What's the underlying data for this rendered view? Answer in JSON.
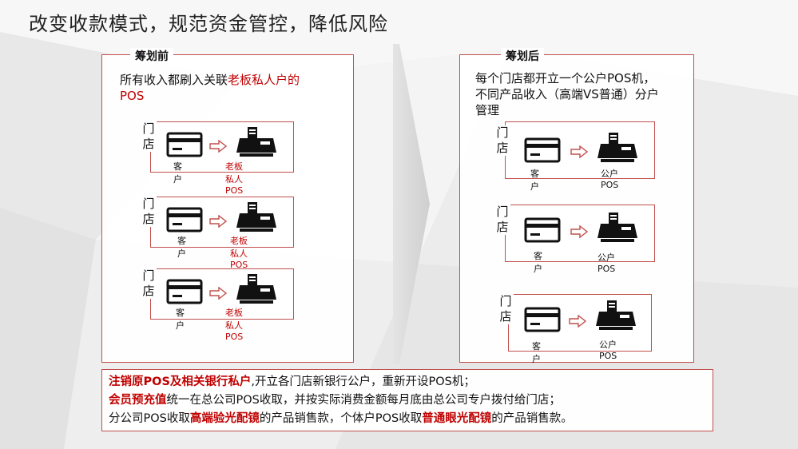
{
  "page": {
    "title": "改变收款模式，规范资金管控，降低风险"
  },
  "before": {
    "label": "筹划前",
    "desc_plain": "所有收入都刷入关联",
    "desc_highlight": "老板私人户的",
    "desc_highlight2": "POS",
    "rows": [
      {
        "store": "门店",
        "customer": "客户",
        "pos": "老板私人POS"
      },
      {
        "store": "门店",
        "customer": "客户",
        "pos": "老板私人POS"
      },
      {
        "store": "门店",
        "customer": "客户",
        "pos": "老板私人POS"
      }
    ]
  },
  "after": {
    "label": "筹划后",
    "desc_line1": "每个门店都开立一个公户POS机，",
    "desc_line2": "不同产品收入（高端VS普通）分户",
    "desc_line3": "管理",
    "rows": [
      {
        "store": "门店",
        "customer": "客户",
        "pos": "公户POS"
      },
      {
        "store": "门店",
        "customer": "客户",
        "pos": "公户POS"
      },
      {
        "store": "门店",
        "customer": "客户",
        "pos": "公户POS"
      }
    ]
  },
  "summary": {
    "l1_h": "注销原POS及相关银行私户",
    "l1_t": ",开立各门店新银行公户，重新开设POS机；",
    "l2_h": "会员预充值",
    "l2_t": "统一在总公司POS收取，并按实际消费金额每月底由总公司专户拨付给门店；",
    "l3_a": "分公司POS收取",
    "l3_h1": "高端验光配镜",
    "l3_b": "的产品销售款，个体户POS收取",
    "l3_h2": "普通眼光配镜",
    "l3_c": "的产品销售款。"
  },
  "colors": {
    "accent": "#c0504d",
    "highlight": "#c00000"
  }
}
